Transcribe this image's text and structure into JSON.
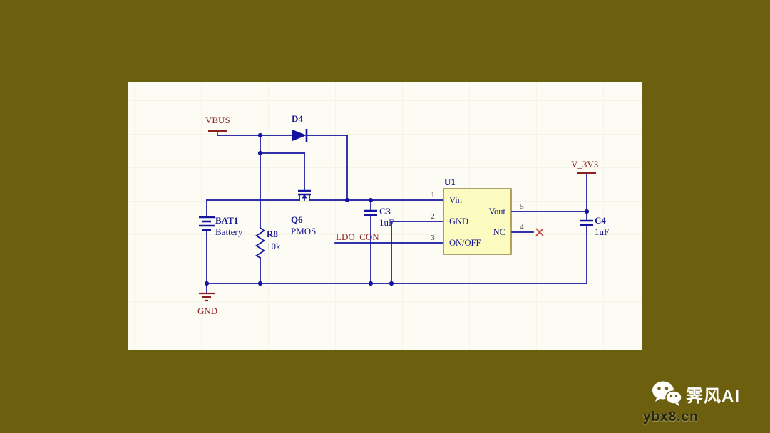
{
  "watermark": {
    "brand": "霁风AI",
    "site": "ybx8.cn"
  },
  "schematic": {
    "power_ports": {
      "vbus": "VBUS",
      "gnd": "GND",
      "v3v3": "V_3V3"
    },
    "net_labels": {
      "ldo_con": "LDO_CON"
    },
    "components": {
      "d4": {
        "designator": "D4"
      },
      "q6": {
        "designator": "Q6",
        "comment": "PMOS"
      },
      "bat1": {
        "designator": "BAT1",
        "comment": "Battery"
      },
      "r8": {
        "designator": "R8",
        "value": "10k"
      },
      "c3": {
        "designator": "C3",
        "value": "1uF"
      },
      "c4": {
        "designator": "C4",
        "value": "1uF"
      },
      "u1": {
        "designator": "U1",
        "pins": [
          {
            "number": "1",
            "name": "Vin"
          },
          {
            "number": "2",
            "name": "GND"
          },
          {
            "number": "3",
            "name": "ON/OFF"
          },
          {
            "number": "5",
            "name": "Vout"
          },
          {
            "number": "4",
            "name": "NC"
          }
        ]
      }
    },
    "colors": {
      "background": "#6c5f0d",
      "sheet": "#fcfcf4",
      "wire": "#1414a0",
      "power_port": "#8b2020",
      "net_label": "#8b2020",
      "designator_text": "#16168c",
      "pin_number_text": "#3a3a3a",
      "part_fill": "#fdfcc0",
      "part_border": "#7a651a",
      "no_erc_cross": "#c03a3a",
      "watermark_text": "#ffffff",
      "watermark_site_text": "#26260f"
    }
  }
}
